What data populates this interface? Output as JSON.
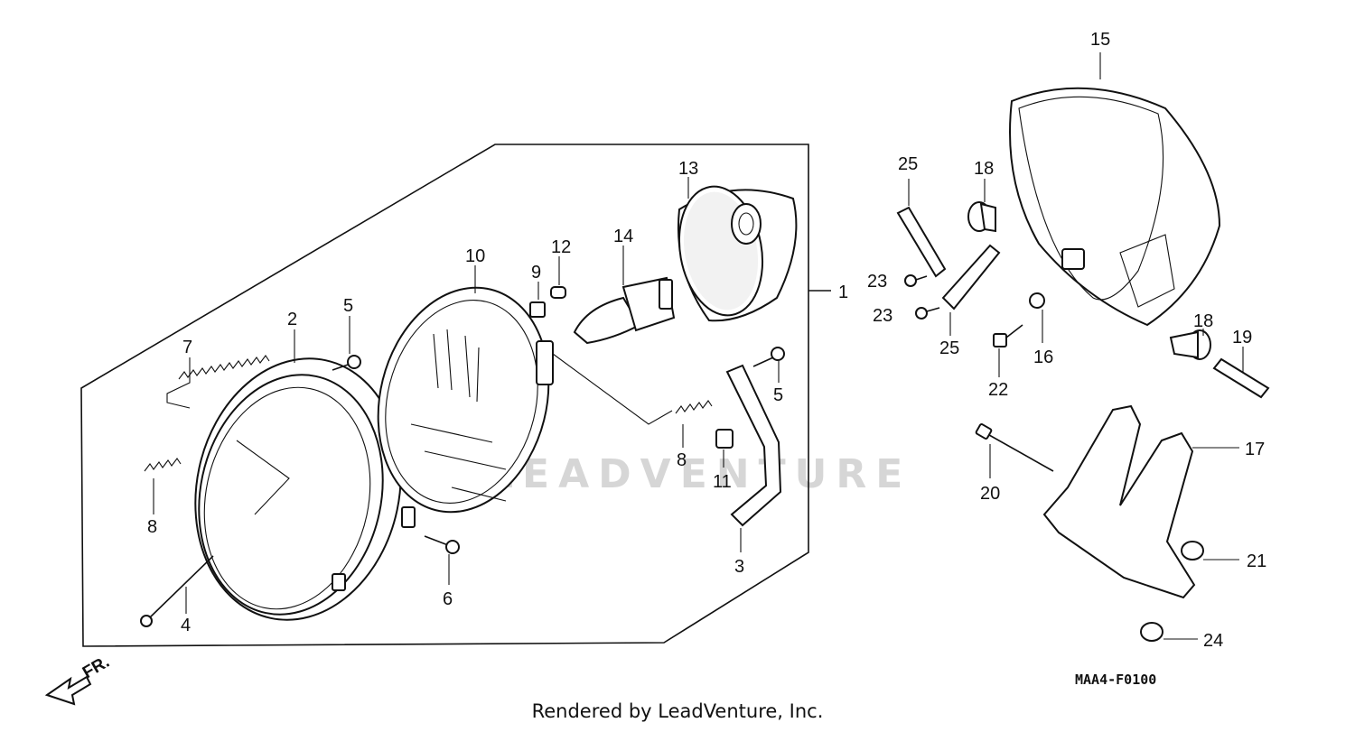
{
  "labels": {
    "p1": "1",
    "p2": "2",
    "p3": "3",
    "p4": "4",
    "p5a": "5",
    "p5b": "5",
    "p6": "6",
    "p7": "7",
    "p8a": "8",
    "p8b": "8",
    "p9": "9",
    "p10": "10",
    "p11": "11",
    "p12": "12",
    "p13": "13",
    "p14": "14",
    "p15": "15",
    "p16": "16",
    "p17": "17",
    "p18a": "18",
    "p18b": "18",
    "p19": "19",
    "p20": "20",
    "p21": "21",
    "p22": "22",
    "p23a": "23",
    "p23b": "23",
    "p24": "24",
    "p25a": "25",
    "p25b": "25"
  },
  "direction_label": "FR.",
  "diagram_code": "MAA4-F0100",
  "watermark": "LEADVENTURE",
  "footer": "Rendered by LeadVenture, Inc."
}
